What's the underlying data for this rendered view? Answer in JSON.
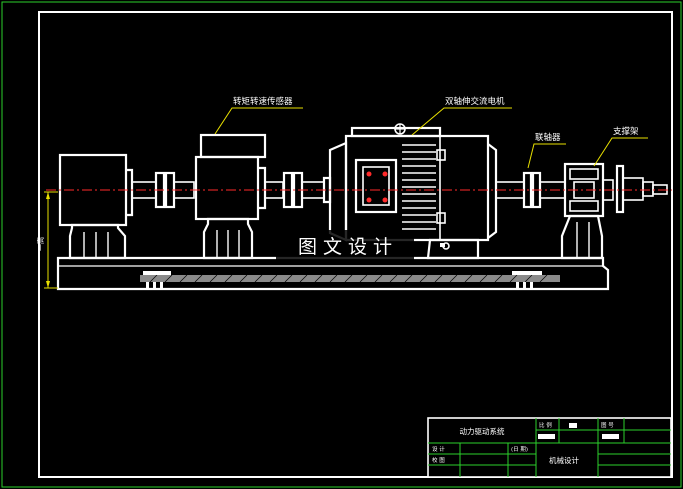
{
  "labels": {
    "torque_sensor": "转矩转速传感器",
    "motor": "双轴伸交流电机",
    "coupling": "联轴器",
    "support_frame": "支撑架",
    "height_mark": "一高"
  },
  "watermark": "图 文 设 计",
  "title_block": {
    "project_name": "动力驱动系统",
    "scale_label": "比 例",
    "drawing_no_label": "图 号",
    "design_label": "设 计",
    "check_label": "校 图",
    "date_label": "(日 期)",
    "course_name": "机械设计"
  },
  "colors": {
    "frame": "#ffffff",
    "title_grid": "#2bd02b",
    "center_line": "#ff2a2a",
    "leader": "#e8e000"
  }
}
